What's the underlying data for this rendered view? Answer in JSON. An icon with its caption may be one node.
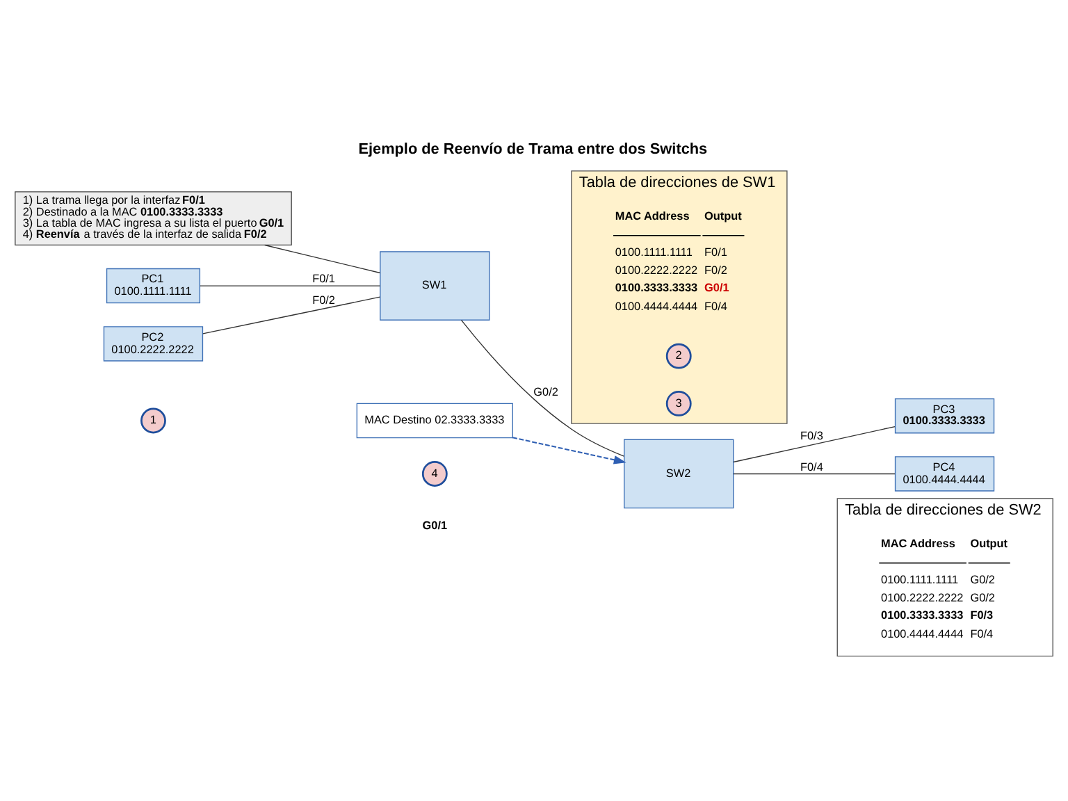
{
  "diagram": {
    "title": "Ejemplo de Reenvío de Trama entre dos Switchs",
    "nodes": [
      {
        "text": [
          "1) La trama llega por la interfaz **F0/1**",
          "2) Destinado a la MAC **0100.3333.3333**",
          "3) La tabla de MAC ingresa a su lista el puerto **G0/1**",
          "4) **Reenvía** a través de la interfaz de salida **F0/2**"
        ]
      },
      {
        "text": [
          "PC1",
          "0100.1111.1111"
        ]
      },
      {
        "text": [
          "PC2",
          "0100.2222.2222"
        ]
      },
      {
        "text": [
          "PC3",
          "**0100.3333.3333**"
        ]
      },
      {
        "text": [
          "PC4",
          "0100.4444.4444"
        ]
      },
      {
        "text": [
          "SW1"
        ]
      },
      {
        "text": [
          "SW2"
        ]
      },
      {
        "text": [
          "MAC Destino 02.3333.3333"
        ]
      },
      {
        "text": [
          "1"
        ]
      },
      {
        "text": [
          "2"
        ],
        "in": 12
      },
      {
        "text": [
          "3"
        ],
        "in": 12
      },
      {
        "text": [
          "4"
        ]
      },
      {
        "text": [
          "Tabla de direcciones de SW1"
        ]
      },
      {
        "text": [
          "Tabla de direcciones de SW2"
        ]
      }
    ],
    "edges": [
      {
        "from": 1,
        "to": 5,
        "arrow": "none",
        "label": "F0/1"
      },
      {
        "from": 2,
        "to": 5,
        "arrow": "none",
        "label": "F0/2"
      },
      {
        "from": 5,
        "to": 6,
        "arrow": "none",
        "label": "G0/2"
      },
      {
        "from": 6,
        "to": 3,
        "arrow": "none",
        "label": "F0/3"
      },
      {
        "from": 6,
        "to": 4,
        "arrow": "none",
        "label": "F0/4"
      },
      {
        "from": 7,
        "to": 6,
        "arrow": "to",
        "style": "dashed",
        "color": "#2f5fb3"
      },
      {
        "from": 0,
        "to": 5,
        "arrow": "none"
      }
    ],
    "labels": [
      "**G0/1**",
      "**MAC Address**",
      "**Output**",
      "0100.1111.1111",
      "F0/1",
      "0100.2222.2222",
      "F0/2",
      "**0100.3333.3333**",
      "**G0/1**",
      "0100.4444.4444",
      "F0/4",
      "**MAC Address**",
      "**Output**",
      "0100.1111.1111",
      "G0/2",
      "0100.2222.2222",
      "G0/2",
      "**0100.3333.3333**",
      "**F0/3**",
      "0100.4444.4444",
      "F0/4"
    ]
  }
}
